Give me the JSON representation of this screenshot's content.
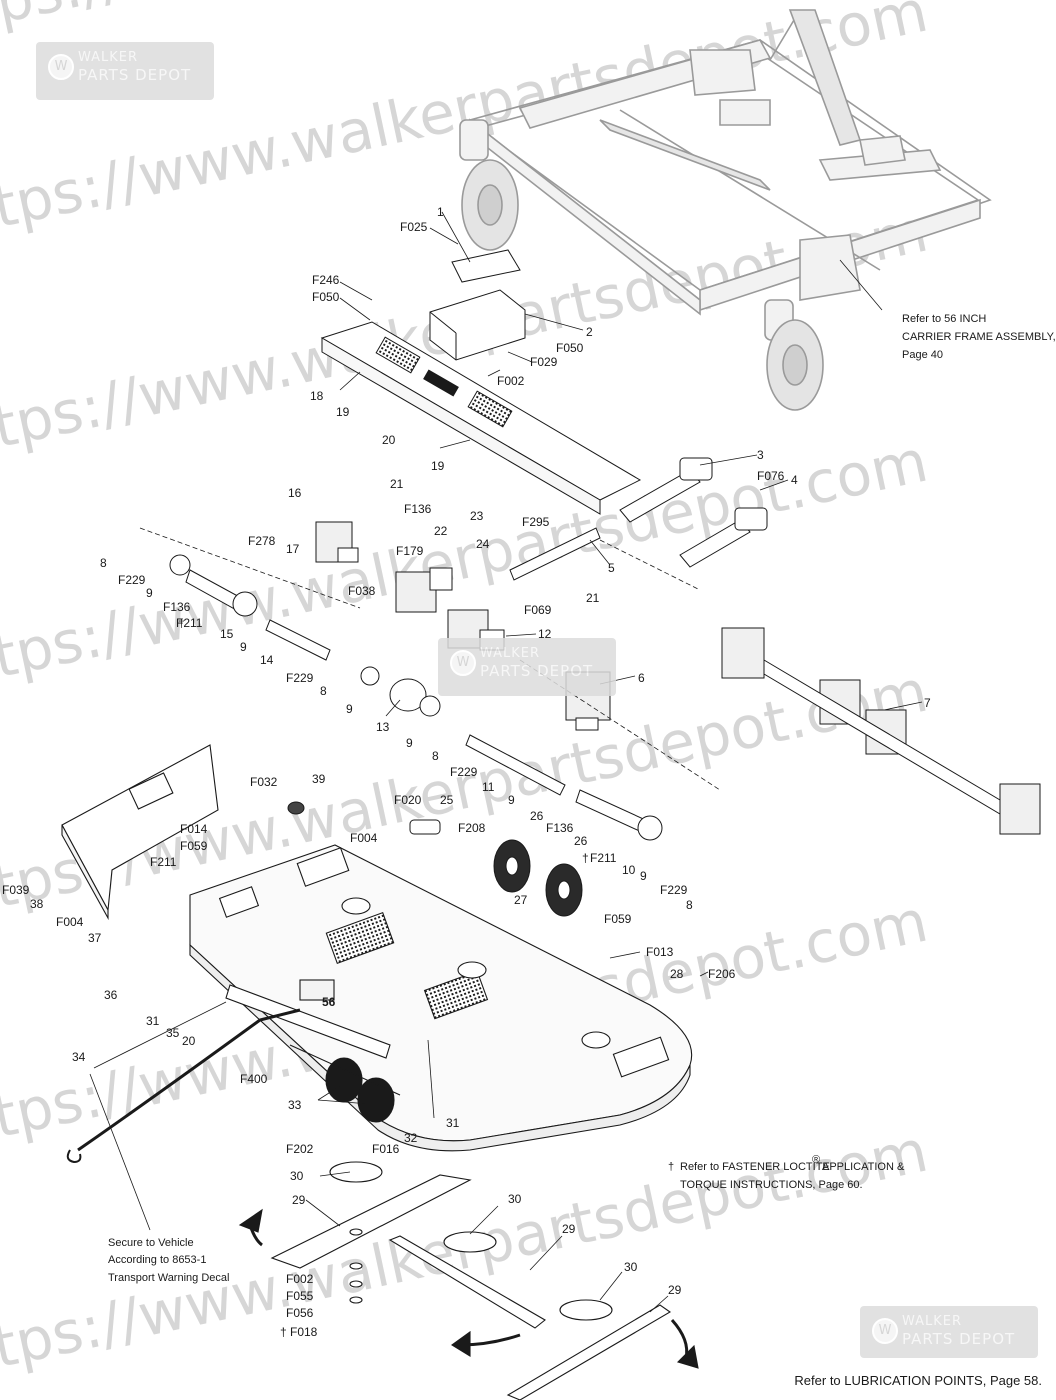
{
  "watermarks": {
    "url_text": "https://www.walkerpartsdepot.com",
    "brand_top": "WALKER",
    "brand_bottom": "PARTS DEPOT"
  },
  "notes": {
    "carrier_line1": "Refer to 56 INCH",
    "carrier_line2": "CARRIER FRAME ASSEMBLY,",
    "carrier_line3": "Page 40",
    "loctite_mark": "†",
    "loctite_line1": "Refer to FASTENER LOCTITE",
    "loctite_reg": "®",
    "loctite_line1b": "APPLICATION &",
    "loctite_line2": "TORQUE INSTRUCTIONS, Page 60.",
    "secure_line1": "Secure to Vehicle",
    "secure_line2": "According to 8653-1",
    "secure_line3": "Transport Warning Decal",
    "lubrication": "Refer to LUBRICATION POINTS, Page 58."
  },
  "deck_label": "56",
  "callouts": {
    "c1": "1",
    "c2": "2",
    "c3": "3",
    "c4": "4",
    "c5": "5",
    "c6": "6",
    "c7": "7",
    "c8a": "8",
    "c8b": "8",
    "c8c": "8",
    "c8d": "8",
    "c9a": "9",
    "c9b": "9",
    "c9c": "9",
    "c9d": "9",
    "c9e": "9",
    "c9f": "9",
    "c10": "10",
    "c11": "11",
    "c12": "12",
    "c13": "13",
    "c14": "14",
    "c15": "15",
    "c16": "16",
    "c17": "17",
    "c18": "18",
    "c19a": "19",
    "c19b": "19",
    "c20a": "20",
    "c20b": "20",
    "c21a": "21",
    "c21b": "21",
    "c22": "22",
    "c23": "23",
    "c24": "24",
    "c25": "25",
    "c26a": "26",
    "c26b": "26",
    "c27": "27",
    "c28": "28",
    "c29a": "29",
    "c29b": "29",
    "c29c": "29",
    "c30a": "30",
    "c30b": "30",
    "c30c": "30",
    "c31a": "31",
    "c31b": "31",
    "c32": "32",
    "c33": "33",
    "c34": "34",
    "c35": "35",
    "c36": "36",
    "c37": "37",
    "c38": "38",
    "c39": "39",
    "F025": "F025",
    "F246": "F246",
    "F050a": "F050",
    "F050b": "F050",
    "F029": "F029",
    "F002a": "F002",
    "F002b": "F002",
    "F076": "F076",
    "F136a": "F136",
    "F136b": "F136",
    "F136c": "F136",
    "F179": "F179",
    "F278": "F278",
    "F038": "F038",
    "F229a": "F229",
    "F229b": "F229",
    "F229c": "F229",
    "F229d": "F229",
    "F211a": "F211",
    "F211b": "F211",
    "F211c": "F211",
    "F295": "F295",
    "F069": "F069",
    "F032": "F032",
    "F014": "F014",
    "F059a": "F059",
    "F059b": "F059",
    "F039": "F039",
    "F004a": "F004",
    "F004b": "F004",
    "F020": "F020",
    "F208": "F208",
    "F013": "F013",
    "F206": "F206",
    "F400": "F400",
    "F202": "F202",
    "F016": "F016",
    "F055": "F055",
    "F056": "F056",
    "F018": "F018"
  }
}
